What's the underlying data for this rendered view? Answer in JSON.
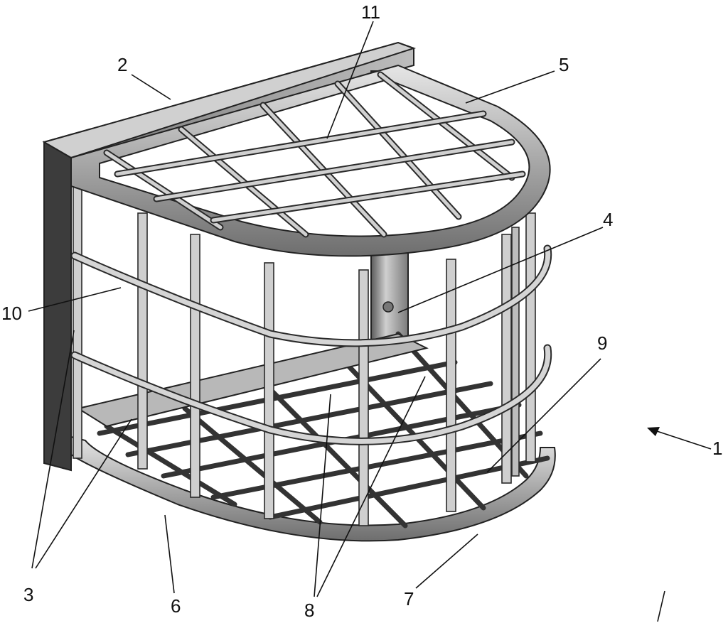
{
  "figure": {
    "description_labels": [
      {
        "id": "1",
        "text": "1"
      },
      {
        "id": "2",
        "text": "2"
      },
      {
        "id": "3",
        "text": "3"
      },
      {
        "id": "4",
        "text": "4"
      },
      {
        "id": "5",
        "text": "5"
      },
      {
        "id": "6",
        "text": "6"
      },
      {
        "id": "7",
        "text": "7"
      },
      {
        "id": "8",
        "text": "8"
      },
      {
        "id": "9",
        "text": "9"
      },
      {
        "id": "10",
        "text": "10"
      },
      {
        "id": "11",
        "text": "11"
      }
    ],
    "colors": {
      "line": "#111111",
      "metal_light": "#d8d8d8",
      "metal_mid": "#a9a9a9",
      "metal_dark": "#4a4a4a",
      "background": "#ffffff"
    }
  }
}
